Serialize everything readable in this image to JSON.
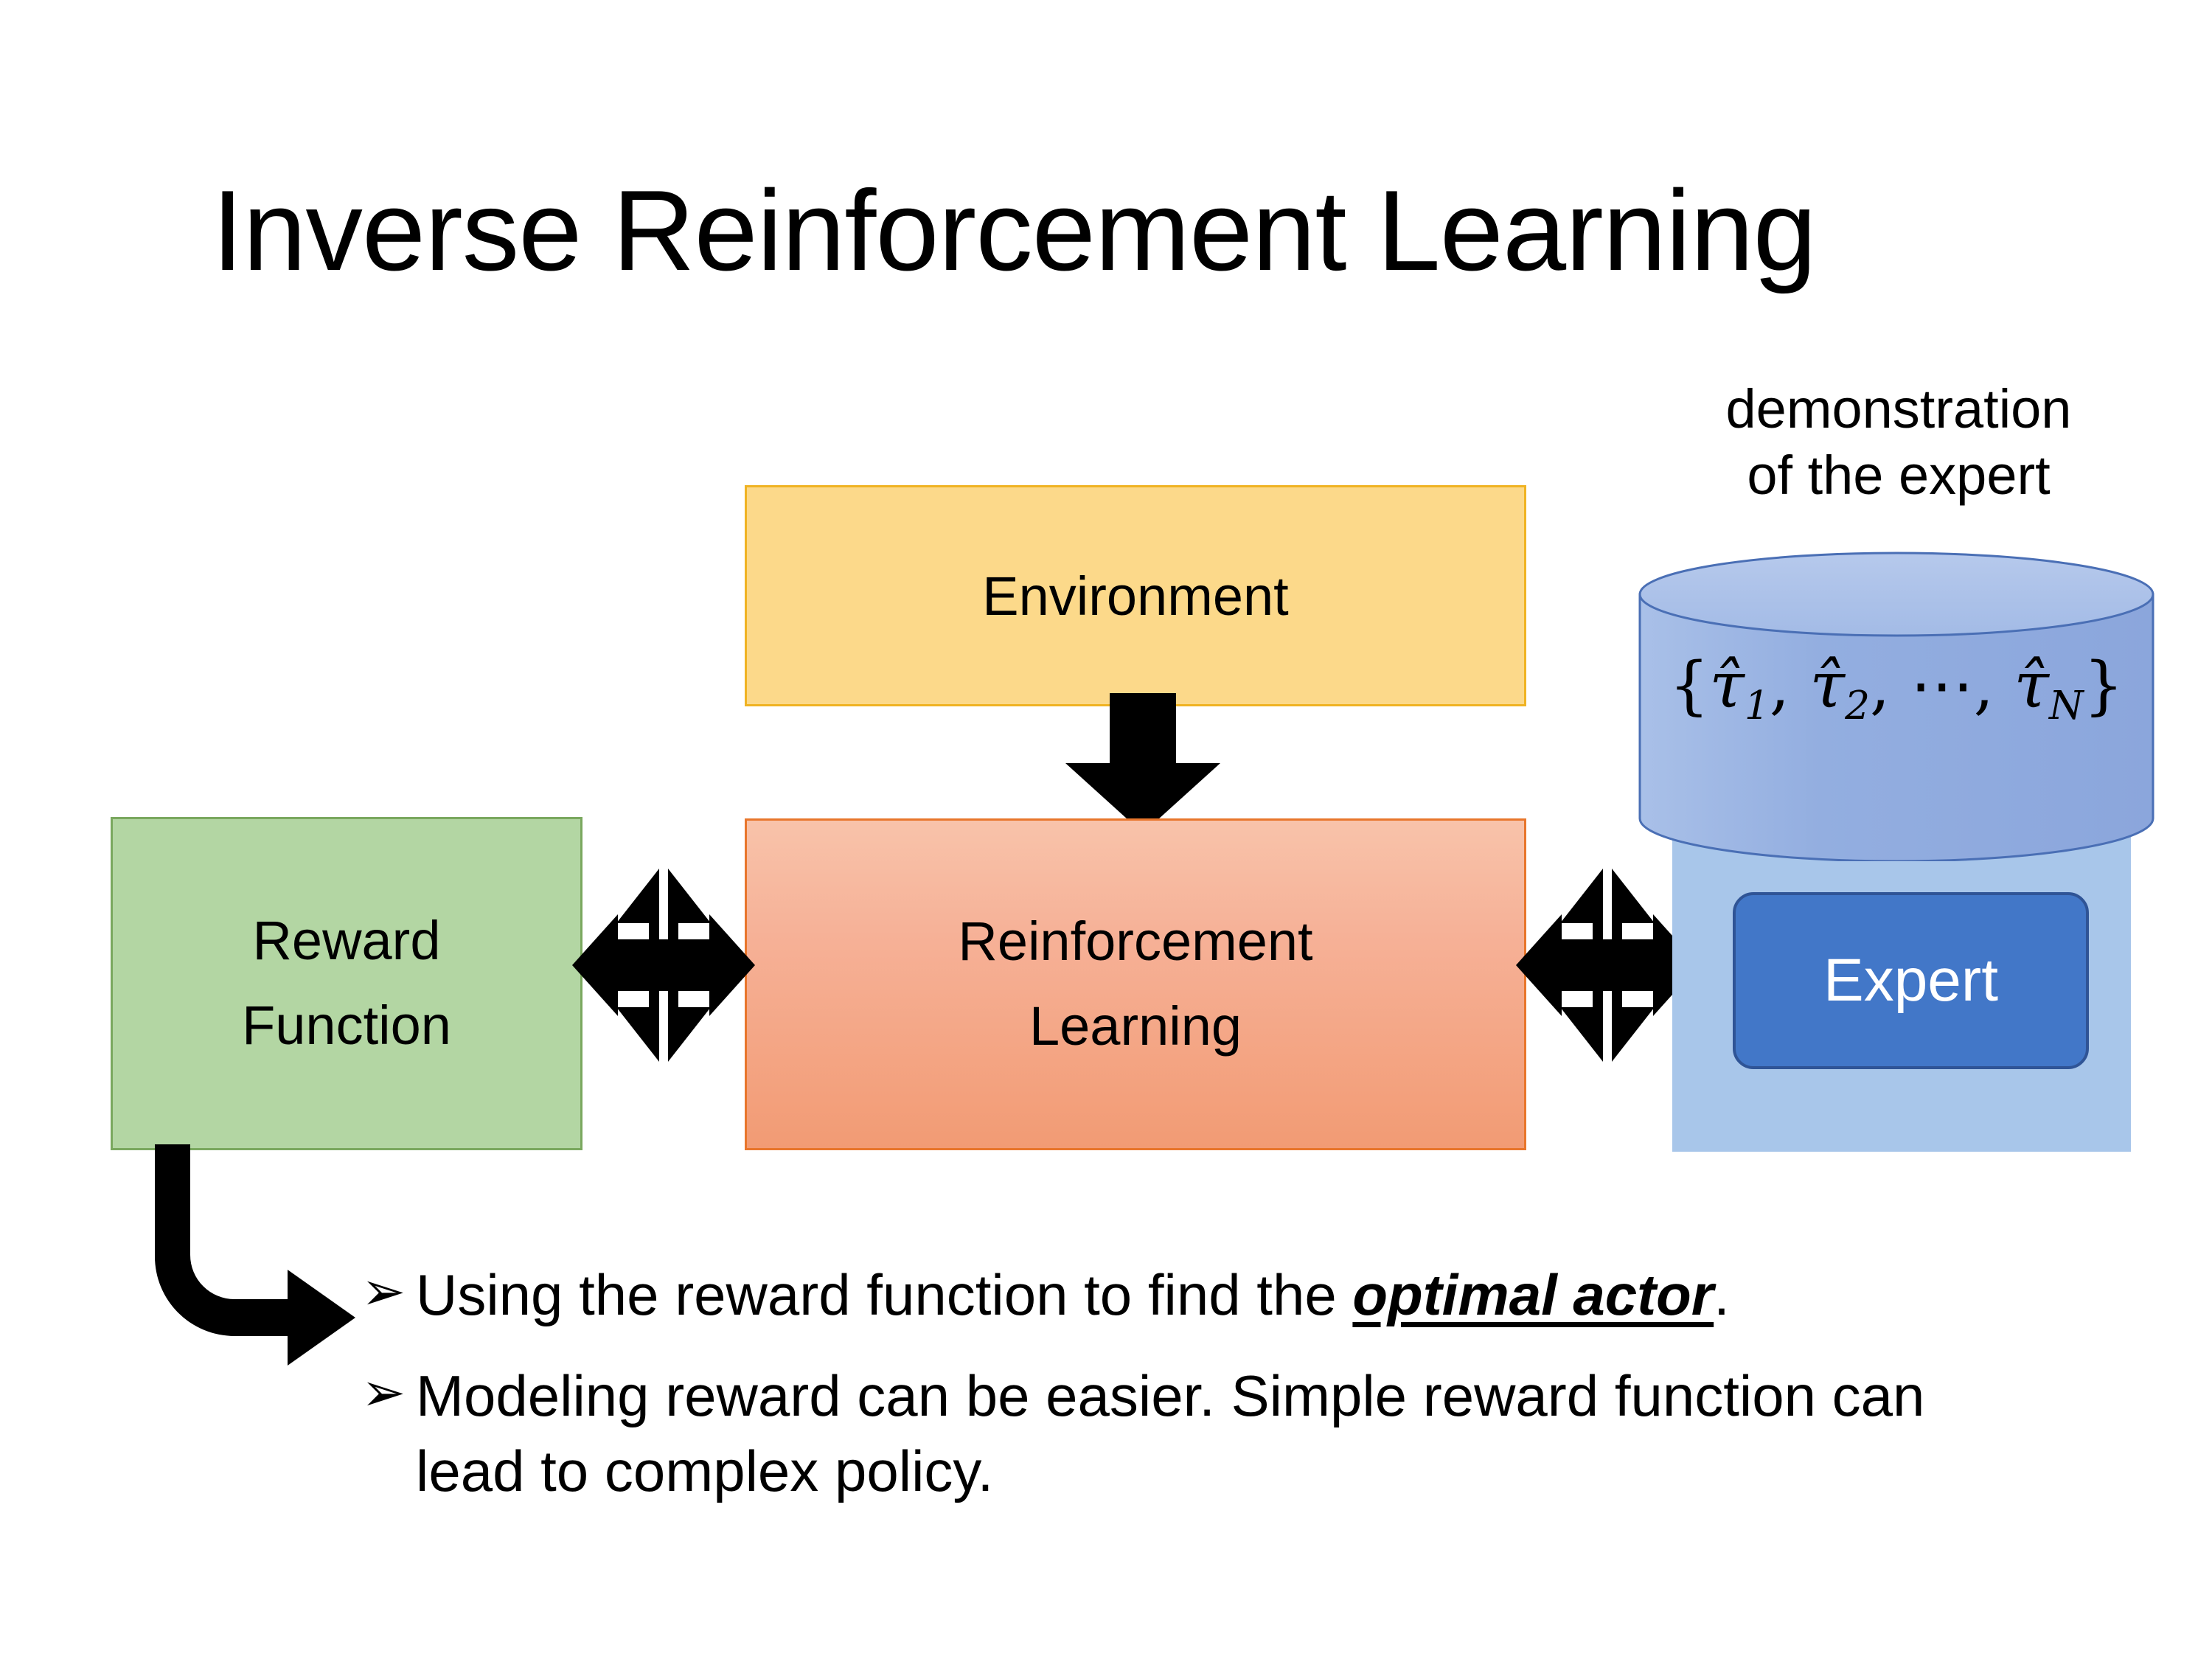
{
  "slide": {
    "title": "Inverse Reinforcement Learning",
    "background_color": "#ffffff"
  },
  "diagram": {
    "environment": {
      "label": "Environment",
      "fill_color": "#FCD98A",
      "border_color": "#F0B323"
    },
    "reinforcement_learning": {
      "label_line1": "Reinforcement",
      "label_line2": "Learning",
      "fill_color_top": "#F8C3AA",
      "fill_color_bottom": "#F29B74",
      "border_color": "#E8762C"
    },
    "reward_function": {
      "label_line1": "Reward",
      "label_line2": "Function",
      "fill_color": "#B3D6A3",
      "border_color": "#7AA85F"
    },
    "demonstration": {
      "caption_line1": "demonstration",
      "caption_line2": "of the expert",
      "cylinder_fill_color": "#8FAADF",
      "cylinder_top_color": "#A9C0E8",
      "cylinder_border_color": "#4A6FB5",
      "formula": {
        "open_brace": "{",
        "terms": [
          {
            "symbol": "τ̂",
            "subscript": "1"
          },
          {
            "symbol": "τ̂",
            "subscript": "2"
          },
          {
            "symbol": "⋯",
            "subscript": ""
          },
          {
            "symbol": "τ̂",
            "subscript": "N"
          }
        ],
        "separator": ", ",
        "close_brace": "}",
        "plain_text": "{τ̂1, τ̂2, ⋯, τ̂N}"
      }
    },
    "expert_panel": {
      "fill_color": "#A8C6EA"
    },
    "expert": {
      "label": "Expert",
      "fill_color": "#4277C8",
      "border_color": "#2F5496",
      "text_color": "#FFFFFF"
    },
    "arrows": {
      "environment_to_rl": "down-arrow-icon",
      "reward_rl_link": "quad-arrow-icon",
      "rl_expert_link": "quad-arrow-icon",
      "reward_to_bullets": "elbow-arrow-icon",
      "color": "#000000"
    }
  },
  "bullets": {
    "marker": "➢",
    "items": [
      {
        "prefix": "Using the reward function to find the ",
        "emphasis": "optimal actor",
        "suffix": "."
      },
      {
        "prefix": "Modeling reward can be easier. Simple reward function can lead to complex policy.",
        "emphasis": "",
        "suffix": ""
      }
    ]
  }
}
